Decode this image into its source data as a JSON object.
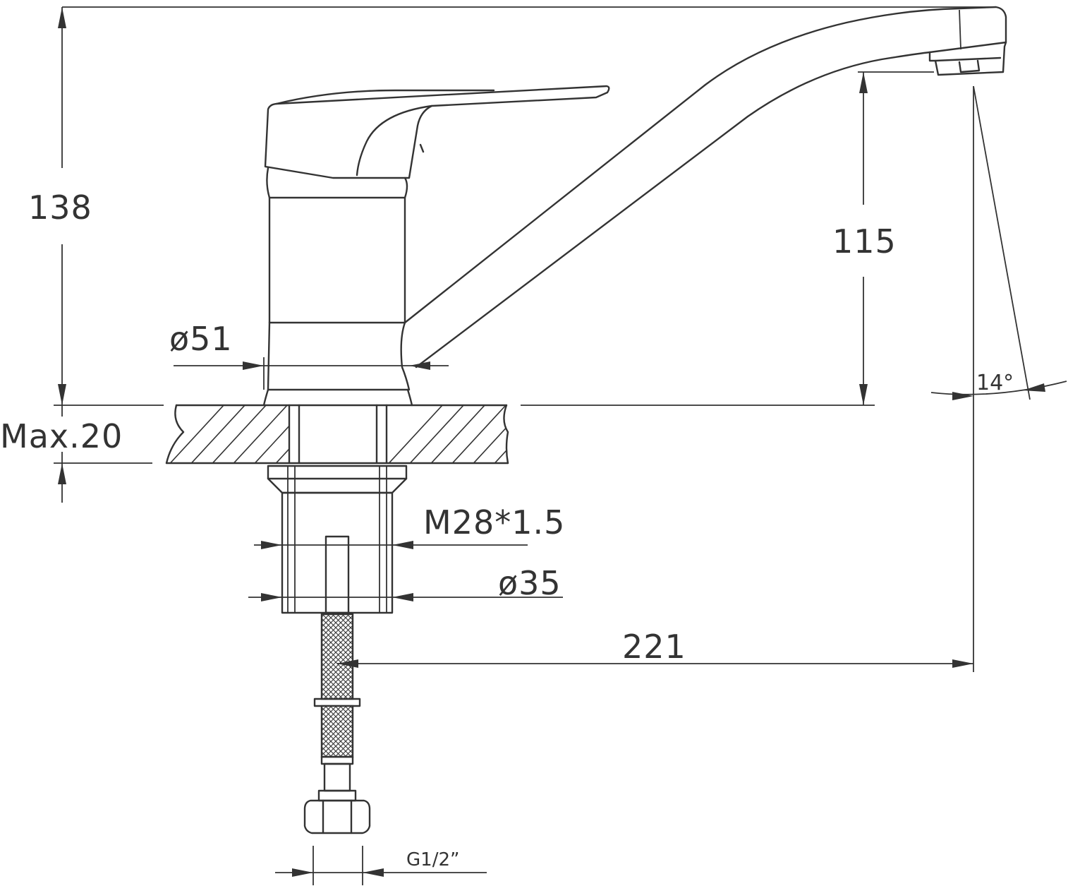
{
  "dimensions": {
    "overall_height": "138",
    "spout_height": "115",
    "body_diameter": "ø51",
    "deck_thickness": "Max.20",
    "thread": "M28*1.5",
    "shank_diameter": "ø35",
    "spout_reach": "221",
    "spout_angle": "14°",
    "hose_connection": "G1/2”"
  },
  "colors": {
    "line": "#333333",
    "background": "#ffffff"
  }
}
